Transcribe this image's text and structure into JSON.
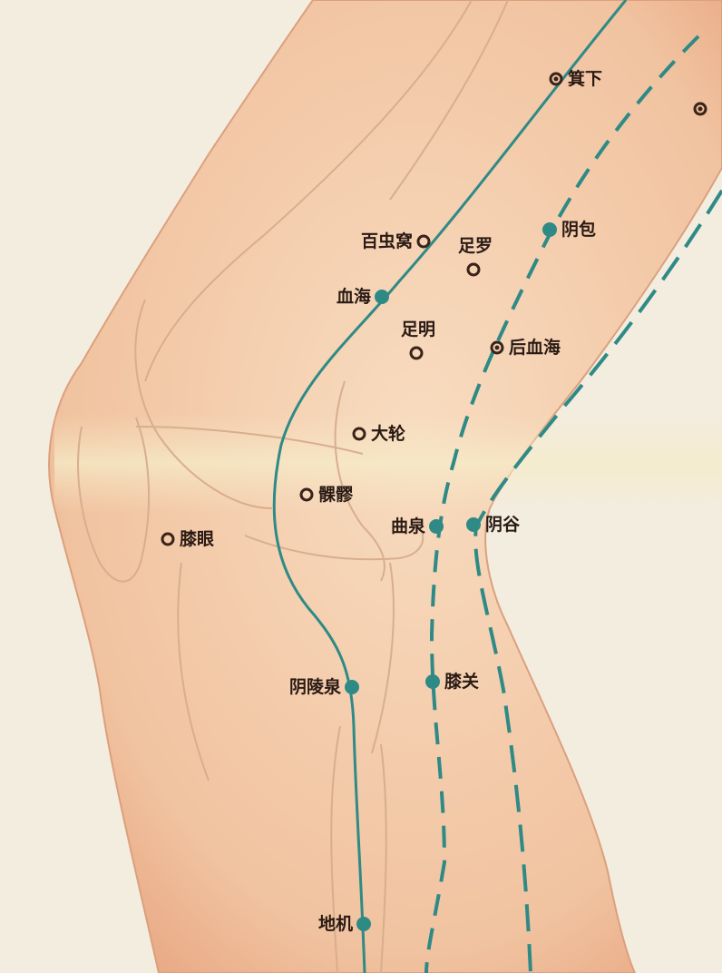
{
  "colors": {
    "paper": "#f3ede0",
    "skin": "#f2c8a4",
    "skin_shade": "#e7a27c",
    "bone_line": "#d8b294",
    "meridian": "#2f8a86",
    "outline_point": "#3a231a"
  },
  "points": [
    {
      "id": "jixia",
      "label": "箕下",
      "style": "dotted",
      "side": "right"
    },
    {
      "id": "partial",
      "label": "",
      "style": "dotted",
      "side": "right"
    },
    {
      "id": "baichongwo",
      "label": "百虫窝",
      "style": "open",
      "side": "left"
    },
    {
      "id": "zuluo",
      "label": "足罗",
      "style": "open",
      "side": "above"
    },
    {
      "id": "yinbao",
      "label": "阴包",
      "style": "filled",
      "side": "right"
    },
    {
      "id": "xuehai",
      "label": "血海",
      "style": "filled",
      "side": "left"
    },
    {
      "id": "zuming",
      "label": "足明",
      "style": "open",
      "side": "above"
    },
    {
      "id": "houxuehai",
      "label": "后血海",
      "style": "dotted",
      "side": "right"
    },
    {
      "id": "dalun",
      "label": "大轮",
      "style": "open",
      "side": "right"
    },
    {
      "id": "kuanbi",
      "label": "髁髎",
      "style": "open",
      "side": "right"
    },
    {
      "id": "ququan",
      "label": "曲泉",
      "style": "filled",
      "side": "left"
    },
    {
      "id": "yingu",
      "label": "阴谷",
      "style": "filled",
      "side": "right"
    },
    {
      "id": "xiyan",
      "label": "膝眼",
      "style": "open",
      "side": "right"
    },
    {
      "id": "yinlingquan",
      "label": "阴陵泉",
      "style": "filled",
      "side": "left"
    },
    {
      "id": "xiguan",
      "label": "膝关",
      "style": "filled",
      "side": "right"
    },
    {
      "id": "diji",
      "label": "地机",
      "style": "filled",
      "side": "left"
    }
  ]
}
